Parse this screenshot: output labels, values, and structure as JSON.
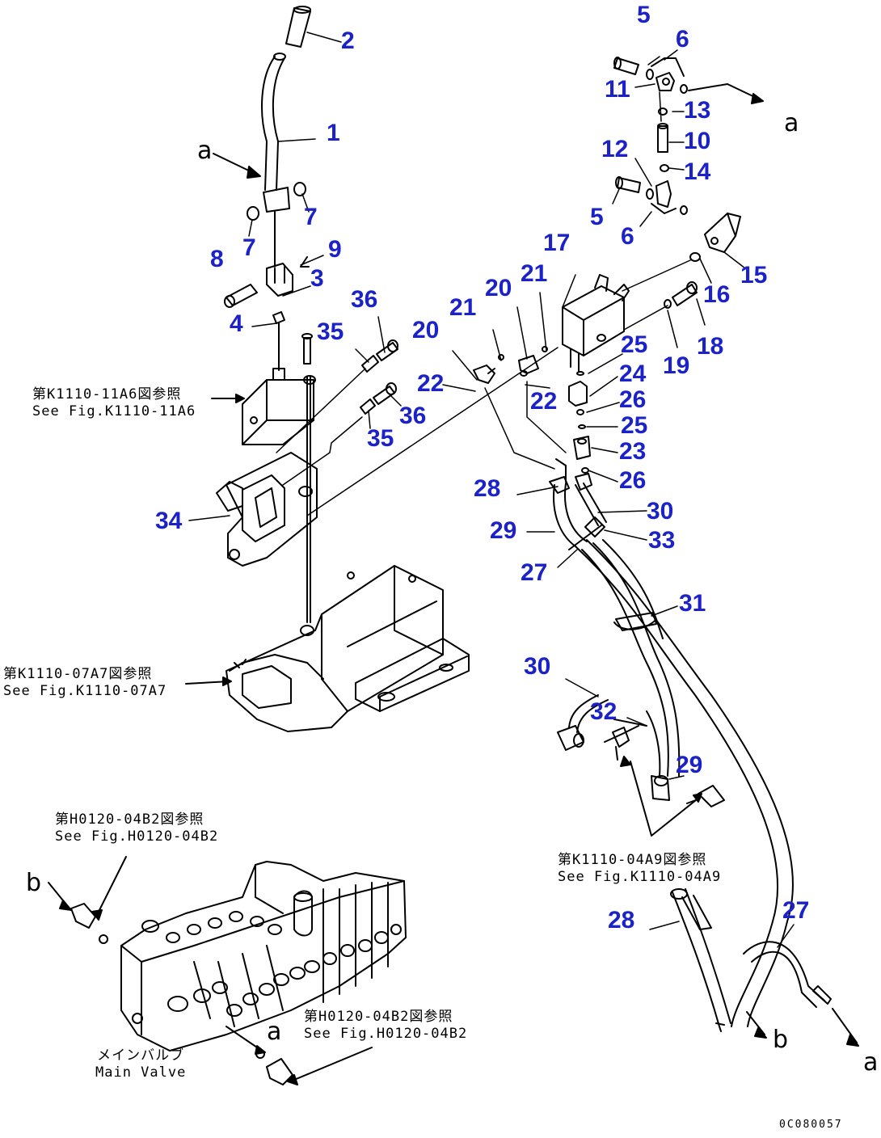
{
  "part_numbers": [
    "1",
    "2",
    "3",
    "4",
    "5",
    "5",
    "6",
    "6",
    "7",
    "7",
    "8",
    "9",
    "10",
    "11",
    "12",
    "13",
    "14",
    "15",
    "16",
    "17",
    "18",
    "19",
    "20",
    "20",
    "21",
    "21",
    "22",
    "22",
    "23",
    "24",
    "25",
    "25",
    "26",
    "26",
    "27",
    "27",
    "28",
    "28",
    "29",
    "29",
    "30",
    "30",
    "31",
    "32",
    "33",
    "34",
    "35",
    "35",
    "36",
    "36"
  ],
  "arrow_letters": [
    "a",
    "a",
    "a",
    "a",
    "b",
    "b"
  ],
  "references": {
    "k1110_11a6": {
      "jp": "第K1110-11A6図参照",
      "en": "See Fig.K1110-11A6"
    },
    "k1110_07a7": {
      "jp": "第K1110-07A7図参照",
      "en": "See Fig.K1110-07A7"
    },
    "h0120_04b2_top": {
      "jp": "第H0120-04B2図参照",
      "en": "See Fig.H0120-04B2"
    },
    "h0120_04b2_bottom": {
      "jp": "第H0120-04B2図参照",
      "en": "See Fig.H0120-04B2"
    },
    "k1110_04a9": {
      "jp": "第K1110-04A9図参照",
      "en": "See Fig.K1110-04A9"
    },
    "main_valve": {
      "jp": "メインバルブ",
      "en": "Main Valve"
    }
  },
  "drawing_code": "0C080057",
  "colors": {
    "label": "#1a22c8",
    "line": "#000000"
  }
}
